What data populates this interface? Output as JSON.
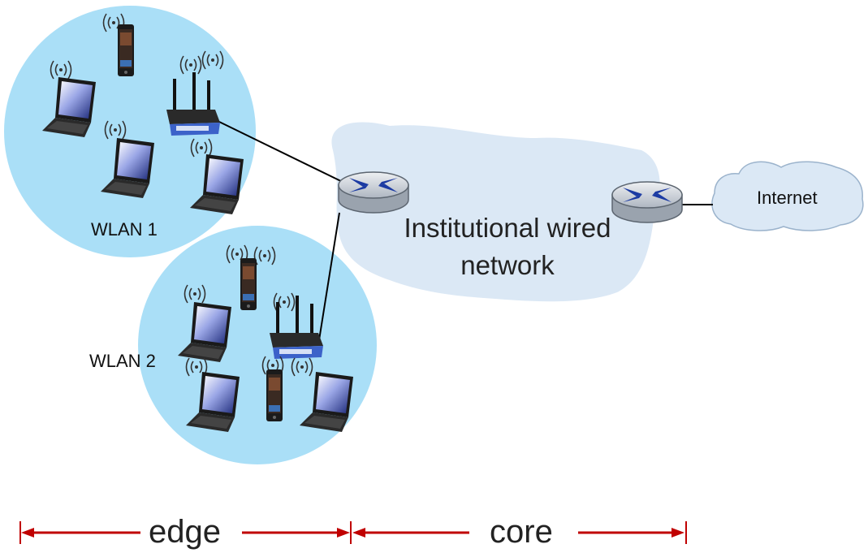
{
  "labels": {
    "wlan1": "WLAN 1",
    "wlan2": "WLAN 2",
    "institutional_network": "Institutional wired network",
    "internet": "Internet",
    "edge": "edge",
    "core": "core"
  },
  "colors": {
    "wlan_fill": "#aadff7",
    "network_cloud": "#dbe8f5",
    "internet_cloud": "#dbe8f5",
    "router_top": "#c3cad3",
    "router_x": "#1b3aa3",
    "arrow": "#c00000",
    "link": "#000000"
  },
  "icons": [
    "router-icon",
    "wifi-router-icon",
    "laptop-icon",
    "smartphone-icon",
    "wifi-signal-icon",
    "cloud-icon",
    "arrow-icon"
  ]
}
